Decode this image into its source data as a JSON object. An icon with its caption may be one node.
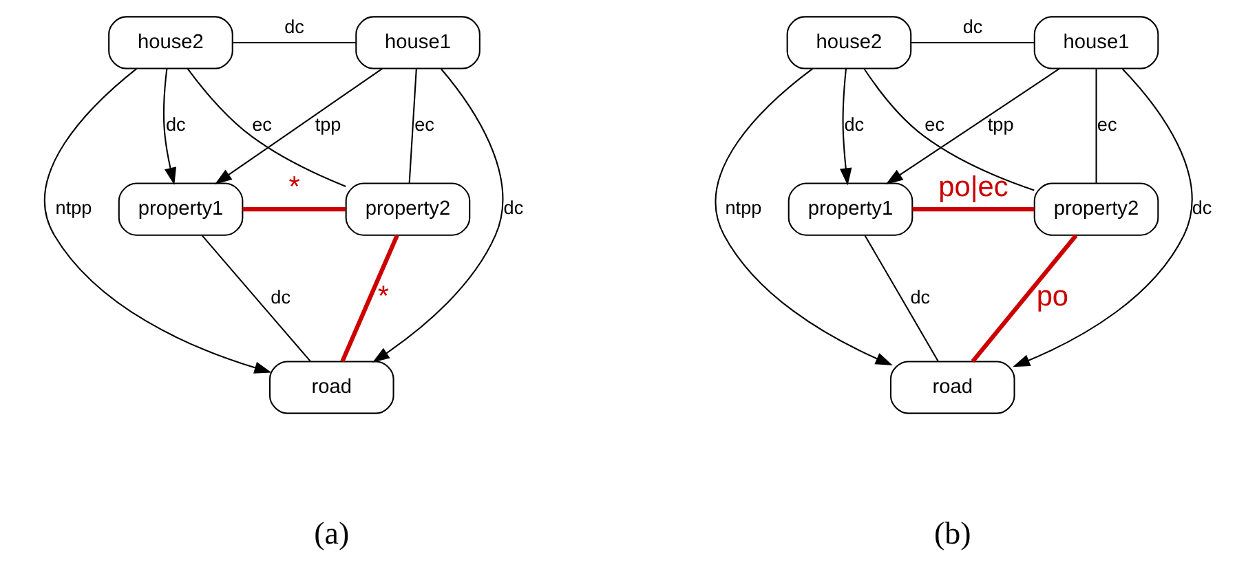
{
  "diagram": {
    "nodes": [
      {
        "text": [
          "house2"
        ]
      },
      {
        "text": [
          "house1"
        ]
      },
      {
        "text": [
          "property1"
        ]
      },
      {
        "text": [
          "property2"
        ]
      },
      {
        "text": [
          "road"
        ]
      },
      {
        "text": [
          "house2"
        ]
      },
      {
        "text": [
          "house1"
        ]
      },
      {
        "text": [
          "property1"
        ]
      },
      {
        "text": [
          "property2"
        ]
      },
      {
        "text": [
          "road"
        ]
      }
    ],
    "edges": [
      {
        "from": 0,
        "to": 1,
        "arrow": "none",
        "label": "dc"
      },
      {
        "from": 0,
        "to": 2,
        "arrow": "to",
        "label": "dc"
      },
      {
        "from": 1,
        "to": 2,
        "arrow": "to",
        "label": "tpp"
      },
      {
        "from": 0,
        "to": 3,
        "arrow": "none",
        "label": "ec"
      },
      {
        "from": 1,
        "to": 3,
        "arrow": "none",
        "label": "ec"
      },
      {
        "from": 0,
        "to": 4,
        "arrow": "to",
        "label": "ntpp"
      },
      {
        "from": 1,
        "to": 4,
        "arrow": "to",
        "label": "dc"
      },
      {
        "from": 2,
        "to": 3,
        "arrow": "none",
        "label": "*",
        "style": "thick",
        "color": "#cc0000"
      },
      {
        "from": 2,
        "to": 4,
        "arrow": "none",
        "label": "dc"
      },
      {
        "from": 3,
        "to": 4,
        "arrow": "none",
        "label": "*",
        "style": "thick",
        "color": "#cc0000"
      },
      {
        "from": 5,
        "to": 6,
        "arrow": "none",
        "label": "dc"
      },
      {
        "from": 5,
        "to": 7,
        "arrow": "to",
        "label": "dc"
      },
      {
        "from": 6,
        "to": 7,
        "arrow": "to",
        "label": "tpp"
      },
      {
        "from": 5,
        "to": 8,
        "arrow": "none",
        "label": "ec"
      },
      {
        "from": 6,
        "to": 8,
        "arrow": "none",
        "label": "ec"
      },
      {
        "from": 5,
        "to": 9,
        "arrow": "to",
        "label": "ntpp"
      },
      {
        "from": 6,
        "to": 9,
        "arrow": "to",
        "label": "dc"
      },
      {
        "from": 7,
        "to": 8,
        "arrow": "none",
        "label": "po|ec",
        "style": "thick",
        "color": "#cc0000"
      },
      {
        "from": 7,
        "to": 9,
        "arrow": "none",
        "label": "dc"
      },
      {
        "from": 8,
        "to": 9,
        "arrow": "none",
        "label": "po",
        "style": "thick",
        "color": "#cc0000"
      }
    ],
    "labels": [
      "(a)",
      "(b)"
    ]
  }
}
